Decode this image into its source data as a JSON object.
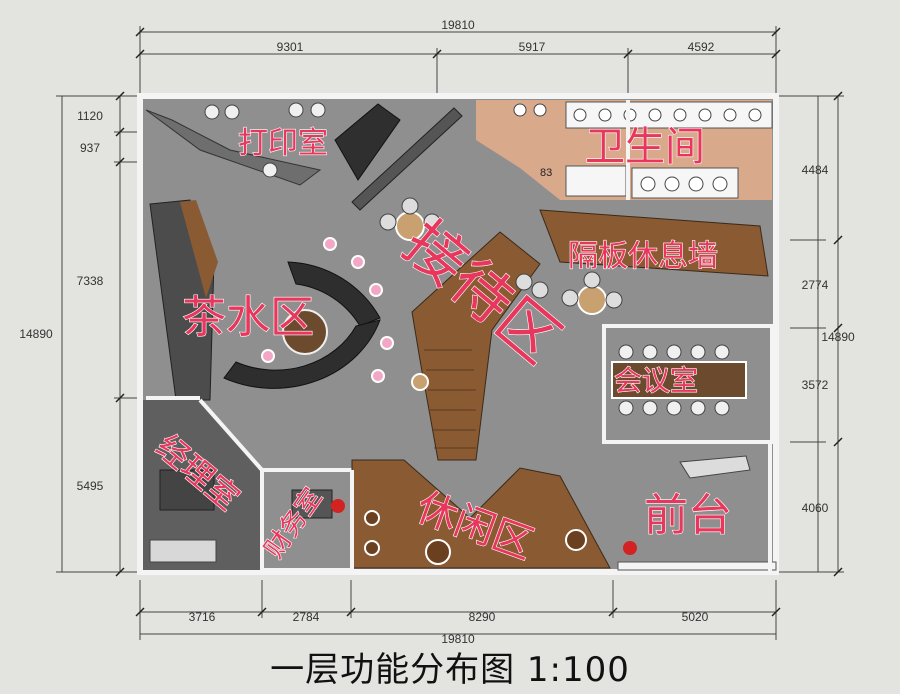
{
  "caption": "一层功能分布图   1:100",
  "dimensions": {
    "top_total": "19810",
    "top_segments": [
      "9301",
      "5917",
      "4592"
    ],
    "bottom_segments": [
      "3716",
      "2784",
      "8290",
      "5020"
    ],
    "bottom_total": "19810",
    "left_segments": [
      "1120",
      "937",
      "7338",
      "5495"
    ],
    "left_total": "14890",
    "right_segments": [
      "4484",
      "2774",
      "3572",
      "4060"
    ],
    "right_total": "14890",
    "inner_mark": "83"
  },
  "zones": {
    "print_room": "打印室",
    "restroom": "卫生间",
    "partition_lounge_wall": "隔板休息墙",
    "tea_area": "茶水区",
    "reception_area": "接待区",
    "meeting_room": "会议室",
    "manager_room": "经理室",
    "finance_room": "财务室",
    "leisure_area": "休闲区",
    "front_desk": "前台"
  },
  "colors": {
    "floor_gray": "#8f8f8f",
    "wood": "#8a5a32",
    "tile": "#d9a98c",
    "wall": "#f4f4f4",
    "label": "#e8375d"
  }
}
